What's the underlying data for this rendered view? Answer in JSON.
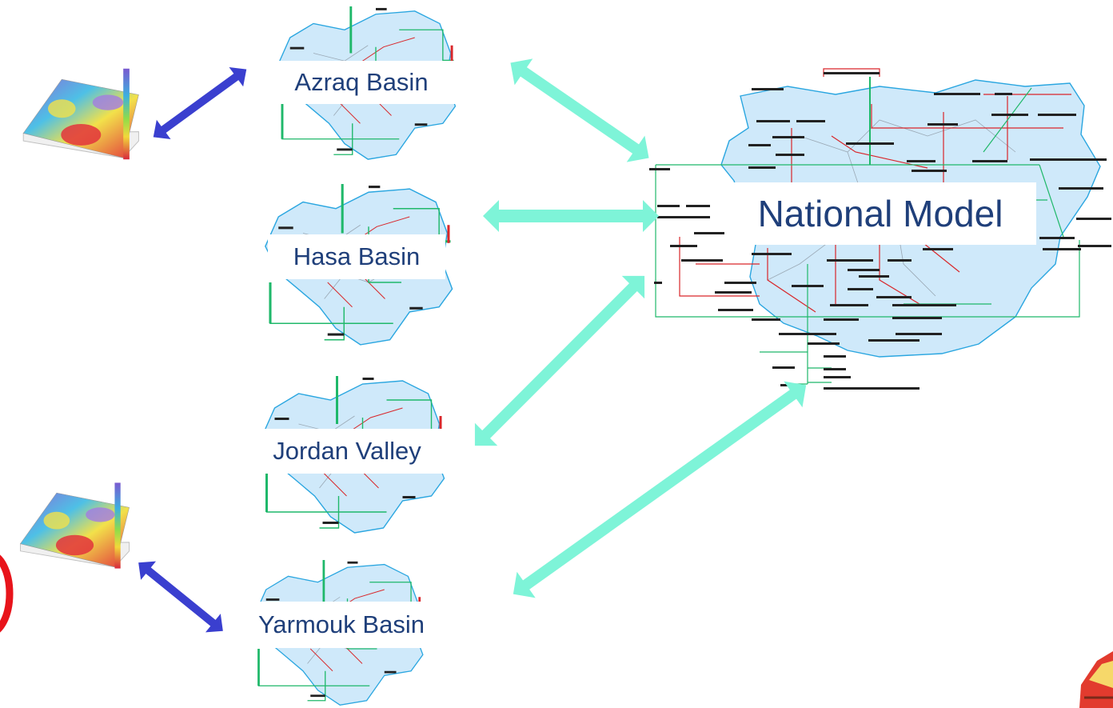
{
  "regional_models": [
    {
      "id": "azraq",
      "label": "Azraq Basin"
    },
    {
      "id": "hasa",
      "label": "Hasa Basin"
    },
    {
      "id": "jordan",
      "label": "Jordan Valley"
    },
    {
      "id": "yarmouk",
      "label": "Yarmouk Basin"
    }
  ],
  "national_model": {
    "label": "National Model"
  },
  "colors": {
    "label_text": "#1f3f7a",
    "basin_fill": "#cfe9fa",
    "basin_outline": "#2aa6e0",
    "link_green": "#1fb86a",
    "link_red": "#d9262a",
    "arrow_cyan": "#7ef4d8",
    "arrow_blue": "#3a3fcf",
    "marker_red": "#e8141b"
  },
  "icons": [
    "groundwater-surface-model-icon",
    "logo-icon"
  ]
}
